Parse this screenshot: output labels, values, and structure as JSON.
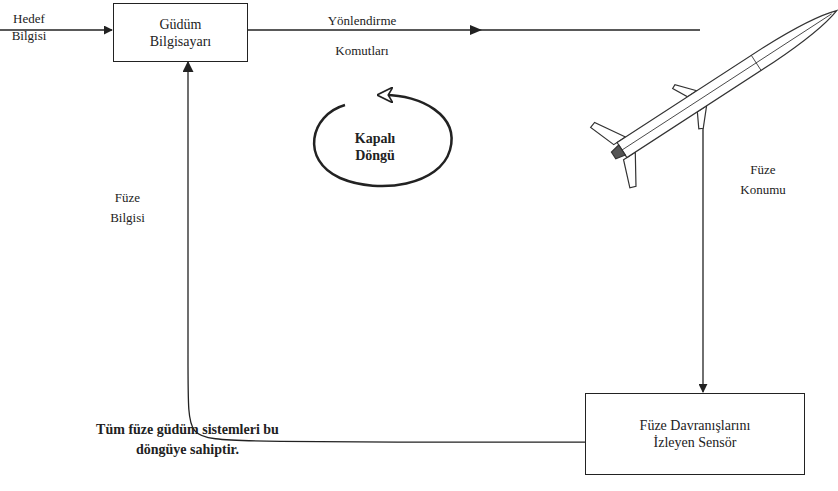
{
  "diagram": {
    "nodes": [
      {
        "text": [
          "Güdüm Bilgisayarı"
        ]
      },
      {
        "text": [
          "Füze Davranışlarını İzleyen Sensör"
        ]
      }
    ],
    "edges": [
      {
        "from": 1,
        "to": 0,
        "arrow": "to",
        "label": "Füze Bilgisi"
      }
    ],
    "labels": [
      "Hedef Bilgisi",
      "Yönlendirme Komutları",
      "Füze Konumu",
      "Kapalı Döngü",
      "Tüm füze güdüm sistemleri bu döngüye sahiptir."
    ]
  }
}
